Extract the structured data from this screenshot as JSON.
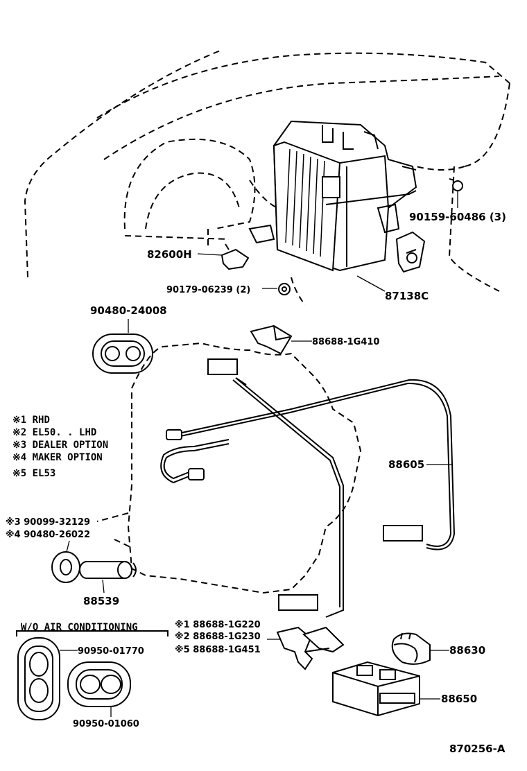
{
  "parts": {
    "heater_resistor": "82600H",
    "clip_90179": "90179-06239 (2)",
    "bolt_90159": "90159-60486 (3)",
    "switch_87138": "87138C",
    "grommet_top": "90480-24008",
    "bracket_1g410": "88688-1G410",
    "harness": "88605",
    "plug_90099": "※3 90099-32129",
    "grommet_90480_26022": "※4 90480-26022",
    "pipe": "88539",
    "bracket_1g220": "※1 88688-1G220",
    "bracket_1g230": "※2 88688-1G230",
    "bracket_1g451": "※5 88688-1G451",
    "relay": "88630",
    "amplifier": "88650",
    "grommet_01770": "90950-01770",
    "grommet_01060": "90950-01060"
  },
  "legend": [
    "※1 RHD",
    "※2 EL50. . LHD",
    "※3 DEALER OPTION",
    "※4 MAKER OPTION",
    "※5 EL53"
  ],
  "section_title": "W/O AIR CONDITIONING",
  "diagram_id": "870256-A"
}
